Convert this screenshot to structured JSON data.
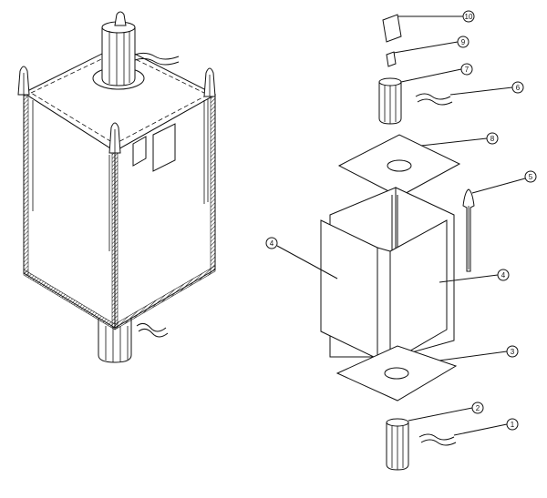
{
  "callouts": {
    "c1": "1",
    "c2": "2",
    "c3": "3",
    "c4a": "4",
    "c4b": "4",
    "c5": "5",
    "c6": "6",
    "c7": "7",
    "c8": "8",
    "c9": "9",
    "c10": "10"
  },
  "colors": {
    "line": "#111111",
    "background": "#ffffff"
  }
}
